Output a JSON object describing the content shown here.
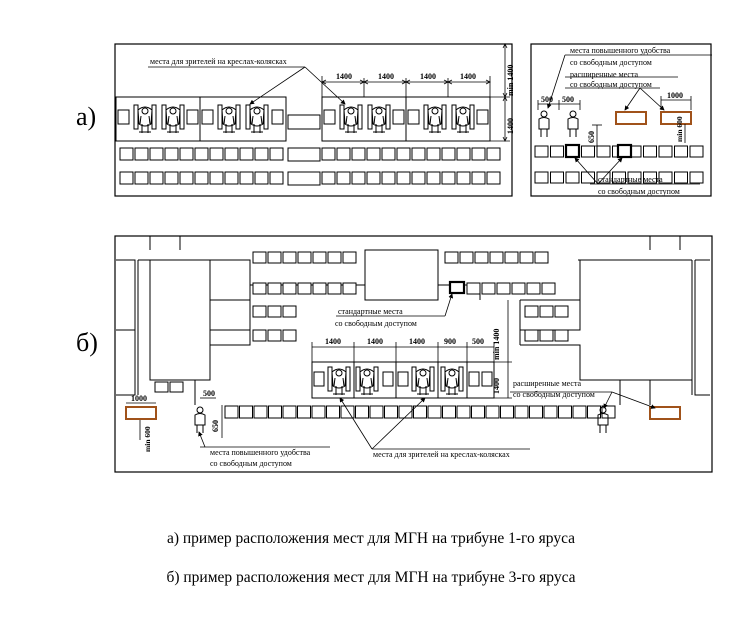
{
  "panel_a": {
    "letter": "а)",
    "label_wheelchair": "места для зрителей на креслах-колясках",
    "dims_top": [
      "1400",
      "1400",
      "1400",
      "1400"
    ],
    "dim_min_right": "min 1400",
    "dim_side": "1400",
    "label_comfort_1": "места повышенного удобства",
    "label_comfort_2": "со свободным доступом",
    "label_wide_1": "расширенные места",
    "label_wide_2": "со свободным доступом",
    "dim_500a": "500",
    "dim_500b": "500",
    "dim_1000": "1000",
    "dim_650": "650",
    "dim_min600": "min 600",
    "label_std_1": "стандартные места",
    "label_std_2": "со свободным доступом"
  },
  "panel_b": {
    "letter": "б)",
    "label_std_1": "стандартные места",
    "label_std_2": "со свободным доступом",
    "dims_top": [
      "1400",
      "1400",
      "1400",
      "900",
      "500"
    ],
    "dim_min_right": "min 1400",
    "dim_side": "1400",
    "label_wide_1": "расширенные места",
    "label_wide_2": "со свободным доступом",
    "dim_1000": "1000",
    "dim_min600": "min 600",
    "dim_500": "500",
    "dim_650": "650",
    "label_comfort_1": "места повышенного удобства",
    "label_comfort_2": "со свободным доступом",
    "label_wheelchair": "места для зрителей на креслах-колясках"
  },
  "captions": {
    "a": "а) пример расположения мест для МГН на трибуне 1-го яруса",
    "b": "б) пример расположения мест для МГН на трибуне 3-го яруса"
  },
  "colors": {
    "accent_seat": "#a0521a"
  }
}
